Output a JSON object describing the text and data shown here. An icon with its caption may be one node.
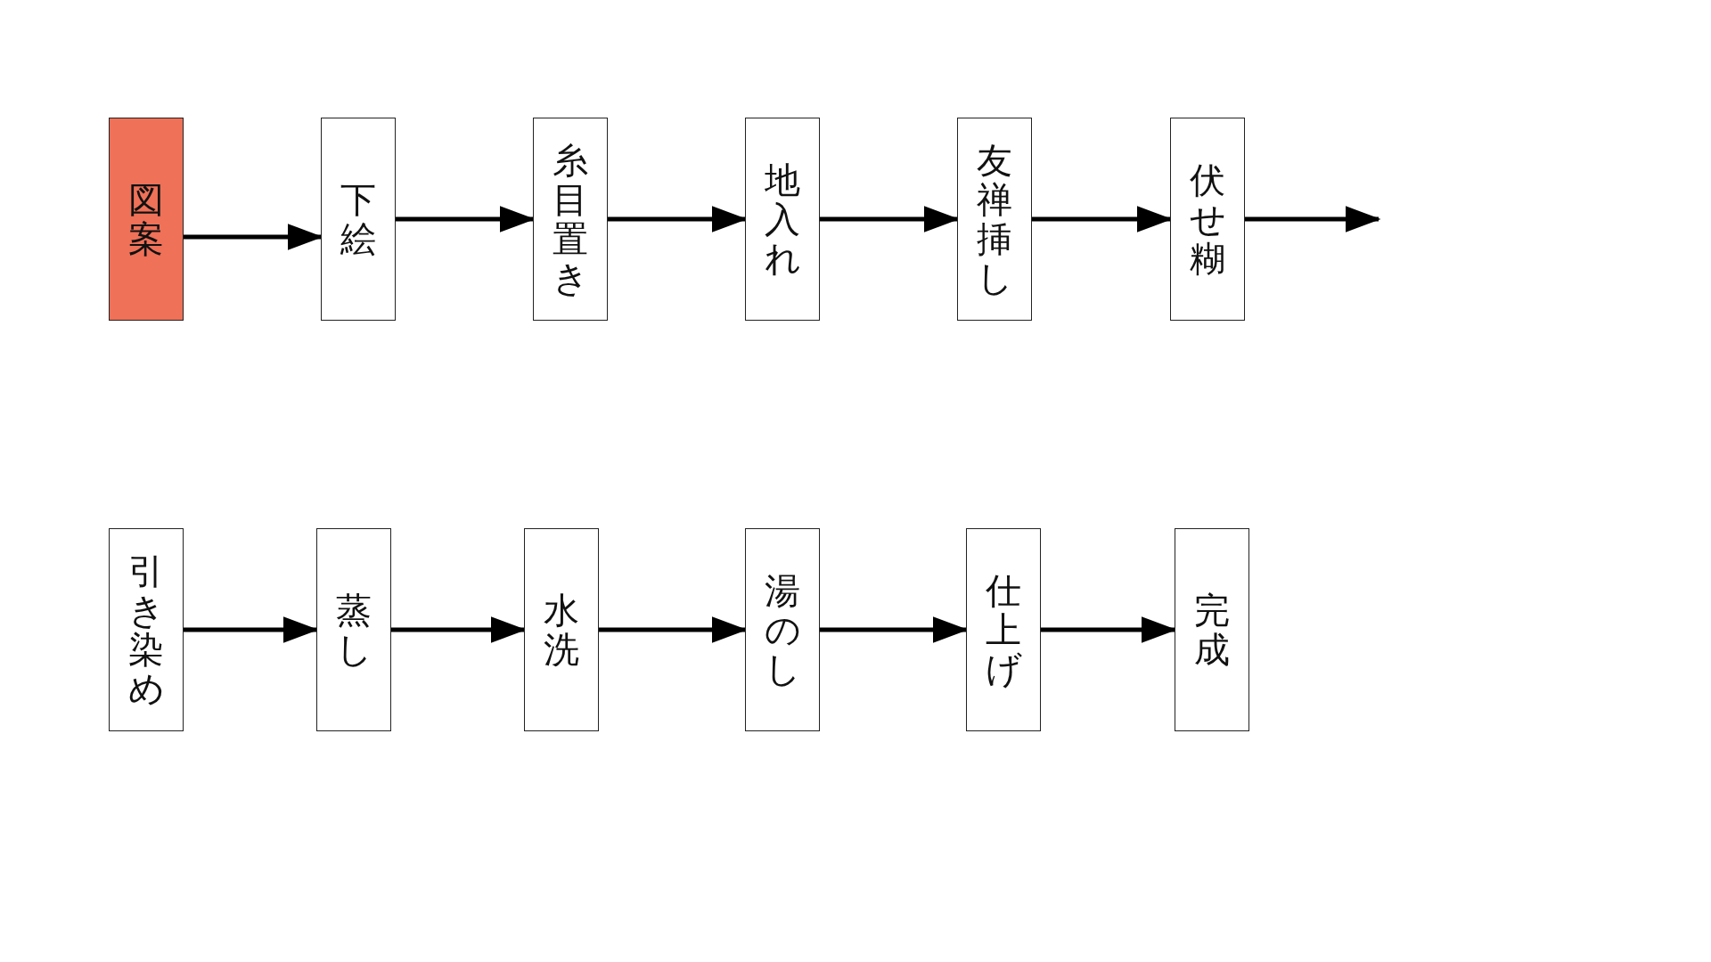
{
  "diagram": {
    "nodes": [
      {
        "text": [
          "図案"
        ]
      },
      {
        "text": [
          "下絵"
        ]
      },
      {
        "text": [
          "糸目置き"
        ]
      },
      {
        "text": [
          "地入れ"
        ]
      },
      {
        "text": [
          "友禅挿し"
        ]
      },
      {
        "text": [
          "伏せ糊"
        ]
      },
      {
        "text": [
          "引き染め"
        ]
      },
      {
        "text": [
          "蒸し"
        ]
      },
      {
        "text": [
          "水洗"
        ]
      },
      {
        "text": [
          "湯のし"
        ]
      },
      {
        "text": [
          "仕上げ"
        ]
      },
      {
        "text": [
          "完成"
        ]
      }
    ],
    "edges": [
      {
        "from": 0,
        "to": 1,
        "arrow": "to"
      },
      {
        "from": 1,
        "to": 2,
        "arrow": "to"
      },
      {
        "from": 2,
        "to": 3,
        "arrow": "to"
      },
      {
        "from": 3,
        "to": 4,
        "arrow": "to"
      },
      {
        "from": 4,
        "to": 5,
        "arrow": "to"
      },
      {
        "from": 5,
        "to": null,
        "arrow": "to"
      },
      {
        "from": 6,
        "to": 7,
        "arrow": "to"
      },
      {
        "from": 7,
        "to": 8,
        "arrow": "to"
      },
      {
        "from": 8,
        "to": 9,
        "arrow": "to"
      },
      {
        "from": 9,
        "to": 10,
        "arrow": "to"
      },
      {
        "from": 10,
        "to": 11,
        "arrow": "to"
      }
    ]
  }
}
